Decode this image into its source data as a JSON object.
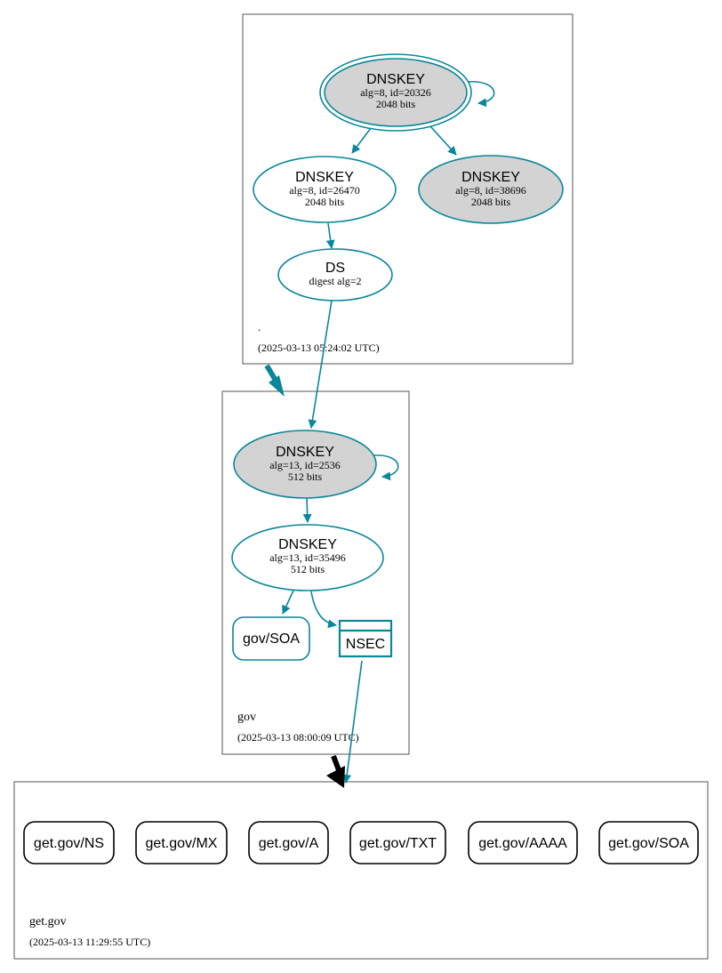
{
  "zones": {
    "root": {
      "name": ".",
      "timestamp": "(2025-03-13 05:24:02 UTC)"
    },
    "gov": {
      "name": "gov",
      "timestamp": "(2025-03-13 08:00:09 UTC)"
    },
    "getgov": {
      "name": "get.gov",
      "timestamp": "(2025-03-13 11:29:55 UTC)"
    }
  },
  "nodes": {
    "root_ksk": {
      "title": "DNSKEY",
      "line1": "alg=8, id=20326",
      "line2": "2048 bits"
    },
    "root_zsk1": {
      "title": "DNSKEY",
      "line1": "alg=8, id=26470",
      "line2": "2048 bits"
    },
    "root_zsk2": {
      "title": "DNSKEY",
      "line1": "alg=8, id=38696",
      "line2": "2048 bits"
    },
    "ds": {
      "title": "DS",
      "line1": "digest alg=2"
    },
    "gov_ksk": {
      "title": "DNSKEY",
      "line1": "alg=13, id=2536",
      "line2": "512 bits"
    },
    "gov_zsk": {
      "title": "DNSKEY",
      "line1": "alg=13, id=35496",
      "line2": "512 bits"
    },
    "gov_soa": {
      "label": "gov/SOA"
    },
    "nsec": {
      "label": "NSEC"
    }
  },
  "records": [
    "get.gov/NS",
    "get.gov/MX",
    "get.gov/A",
    "get.gov/TXT",
    "get.gov/AAAA",
    "get.gov/SOA"
  ],
  "colors": {
    "edge": "#0a879a",
    "key_fill_grey": "#d3d3d3",
    "zone_border": "#555555",
    "delegation_black": "#000000"
  }
}
